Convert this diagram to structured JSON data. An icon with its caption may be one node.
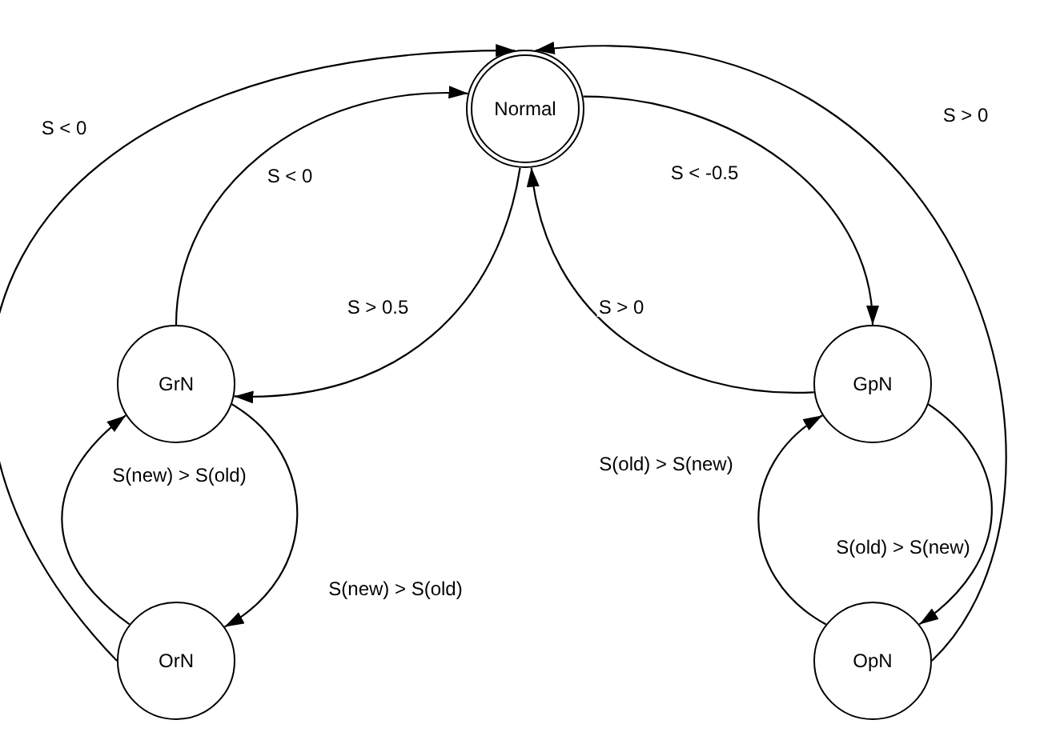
{
  "diagram": {
    "nodes": [
      {
        "text": [
          "Normal"
        ]
      },
      {
        "text": [
          "GrN"
        ]
      },
      {
        "text": [
          "GpN"
        ]
      },
      {
        "text": [
          "OrN"
        ]
      },
      {
        "text": [
          "OpN"
        ]
      }
    ],
    "edges": [
      {
        "from": 3,
        "to": 0,
        "arrow": "to",
        "label": "S < 0"
      },
      {
        "from": 1,
        "to": 0,
        "arrow": "to",
        "label": "S < 0"
      },
      {
        "from": 0,
        "to": 1,
        "arrow": "to",
        "label": "S > 0.5"
      },
      {
        "from": 0,
        "to": 2,
        "arrow": "to",
        "label": "S < -0.5"
      },
      {
        "from": 2,
        "to": 0,
        "arrow": "to",
        "label": "S > 0"
      },
      {
        "from": 4,
        "to": 0,
        "arrow": "to",
        "label": "S > 0"
      },
      {
        "from": 3,
        "to": 1,
        "arrow": "to",
        "label": "S(new) > S(old)"
      },
      {
        "from": 1,
        "to": 3,
        "arrow": "to",
        "label": "S(new) > S(old)"
      },
      {
        "from": 4,
        "to": 2,
        "arrow": "to",
        "label": "S(old) > S(new)"
      },
      {
        "from": 2,
        "to": 4,
        "arrow": "to",
        "label": "S(old) > S(new)"
      }
    ]
  }
}
